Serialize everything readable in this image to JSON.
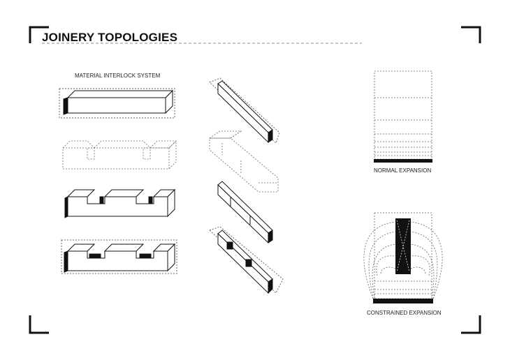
{
  "title": "JOINERY TOPOLOGIES",
  "labels": {
    "interlock": "MATERIAL INTERLOCK SYSTEM",
    "normal": "NORMAL EXPANSION",
    "constrained": "CONSTRAINED EXPANSION"
  },
  "colors": {
    "ink": "#111111",
    "dash": "#555555"
  }
}
